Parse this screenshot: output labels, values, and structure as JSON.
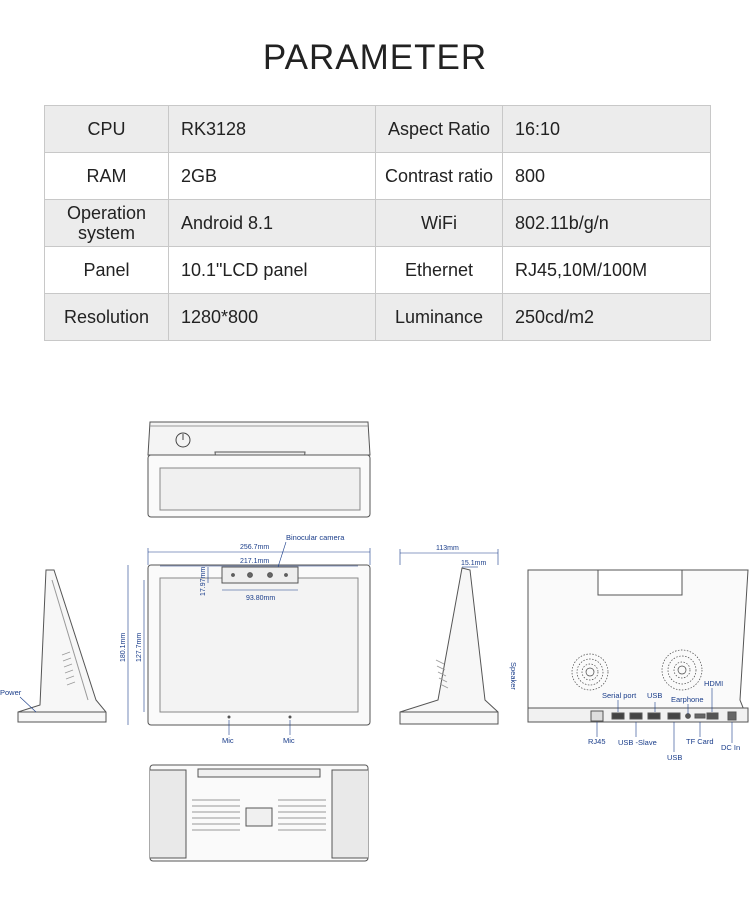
{
  "title": "PARAMETER",
  "specs": [
    {
      "k1": "CPU",
      "v1": "RK3128",
      "k2": "Aspect Ratio",
      "v2": "16:10"
    },
    {
      "k1": "RAM",
      "v1": "2GB",
      "k2": "Contrast ratio",
      "v2": "800"
    },
    {
      "k1a": "Operation",
      "k1b": "system",
      "v1": "Android 8.1",
      "k2": "WiFi",
      "v2": "802.11b/g/n"
    },
    {
      "k1": "Panel",
      "v1": "10.1\"LCD panel",
      "k2": "Ethernet",
      "v2": "RJ45,10M/100M"
    },
    {
      "k1": "Resolution",
      "v1": "1280*800",
      "k2": "Luminance",
      "v2": "250cd/m2"
    }
  ],
  "drawing": {
    "power": "Power",
    "binocular_camera": "Binocular camera",
    "dim_width": "256.7mm",
    "dim_inner_width": "217.1mm",
    "dim_camera_height": "17.97mm",
    "dim_camera_width": "93.80mm",
    "dim_height": "180.1mm",
    "dim_screen_height": "127.7mm",
    "mic_left": "Mic",
    "mic_right": "Mic",
    "dim_depth": "113mm",
    "dim_top_depth": "15.1mm",
    "speaker": "Speaker",
    "serial_port": "Serial port",
    "usb_top": "USB",
    "earphone": "Earphone",
    "hdmi": "HDMI",
    "rj45": "RJ45",
    "usb_slave": "USB -Slave",
    "tf_card": "TF Card",
    "dc_in": "DC In",
    "usb_bottom": "USB"
  }
}
